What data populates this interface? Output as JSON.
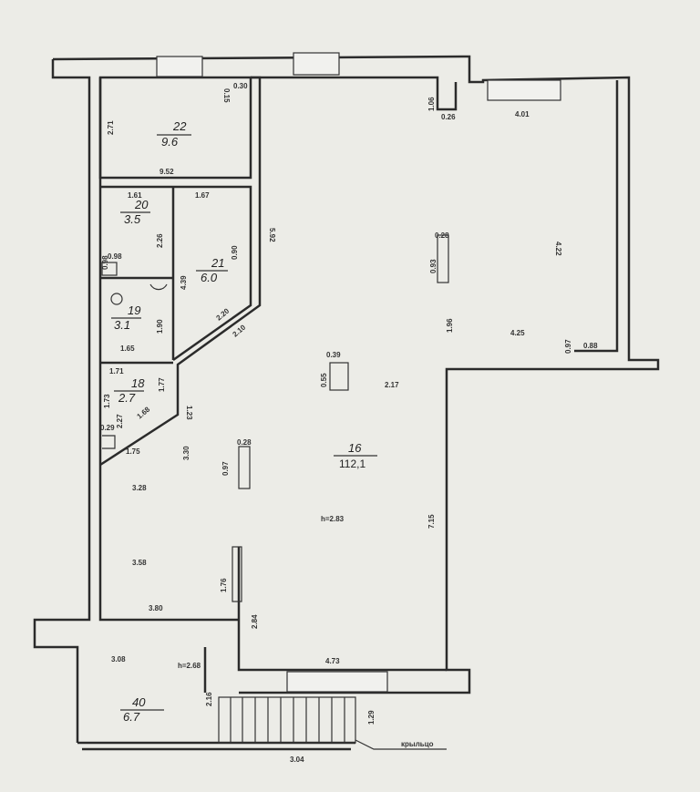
{
  "rooms": [
    {
      "number": "22",
      "area": "9.6"
    },
    {
      "number": "20",
      "area": "3.5"
    },
    {
      "number": "21",
      "area": "6.0"
    },
    {
      "number": "19",
      "area": "3.1"
    },
    {
      "number": "18",
      "area": "2.7"
    },
    {
      "number": "16",
      "area": "112,1"
    },
    {
      "number": "40",
      "area": "6.7"
    }
  ],
  "dimensions": [
    "2.71",
    "9.52",
    "1.61",
    "1.67",
    "5.92",
    "2.26",
    "0.98",
    "0.90",
    "4.39",
    "1.90",
    "1.65",
    "2.20",
    "2.10",
    "1.71",
    "1.77",
    "1.23",
    "1.73",
    "2.27",
    "1.68",
    "0.29",
    "1.75",
    "3.30",
    "3.28",
    "0.28",
    "0.97",
    "3.58",
    "1.76",
    "3.80",
    "2.84",
    "3.08",
    "h=2.68",
    "2.16",
    "3.04",
    "1.29",
    "4.73",
    "7.15",
    "h=2.83",
    "2.17",
    "0.39",
    "0.55",
    "0.28",
    "0.93",
    "1.96",
    "4.25",
    "4.22",
    "4.01",
    "1.06",
    "0.26",
    "0.97",
    "0.88",
    "0.15",
    "0.30",
    "0.98"
  ],
  "porch_label": "крыльцо"
}
